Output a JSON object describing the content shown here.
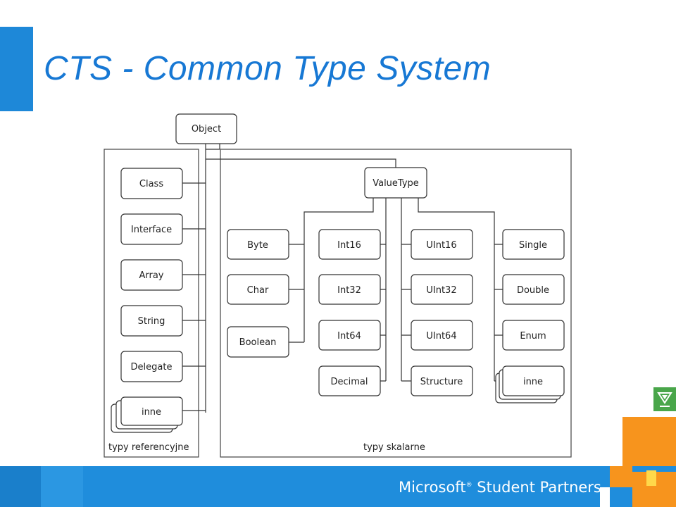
{
  "title": "CTS - Common Type System",
  "diagram": {
    "root": "Object",
    "value_root": "ValueType",
    "reference_types": [
      "Class",
      "Interface",
      "Array",
      "String",
      "Delegate",
      "inne"
    ],
    "reference_caption": "typy referencyjne",
    "scalar_caption": "typy skalarne",
    "col1": [
      "Byte",
      "Char",
      "Boolean"
    ],
    "col2": [
      "Int16",
      "Int32",
      "Int64",
      "Decimal"
    ],
    "col3": [
      "UInt16",
      "UInt32",
      "UInt64",
      "Structure"
    ],
    "col4": [
      "Single",
      "Double",
      "Enum",
      "inne"
    ]
  },
  "footer": {
    "brand": "Microsoft",
    "reg": "®",
    "program": "Student Partners"
  },
  "colors": {
    "accent": "#1778d4",
    "footer": "#1f8ddc",
    "orange": "#f7941d",
    "badge": "#49a64a"
  },
  "badge_icon": "shine-logo-icon"
}
